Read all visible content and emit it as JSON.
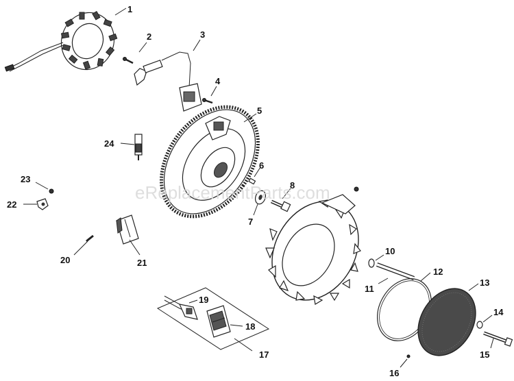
{
  "watermark": "eReplacementParts.com",
  "callouts": [
    "1",
    "2",
    "3",
    "4",
    "5",
    "6",
    "7",
    "8",
    "10",
    "11",
    "12",
    "13",
    "14",
    "15",
    "16",
    "17",
    "18",
    "19",
    "20",
    "21",
    "22",
    "23",
    "24"
  ]
}
